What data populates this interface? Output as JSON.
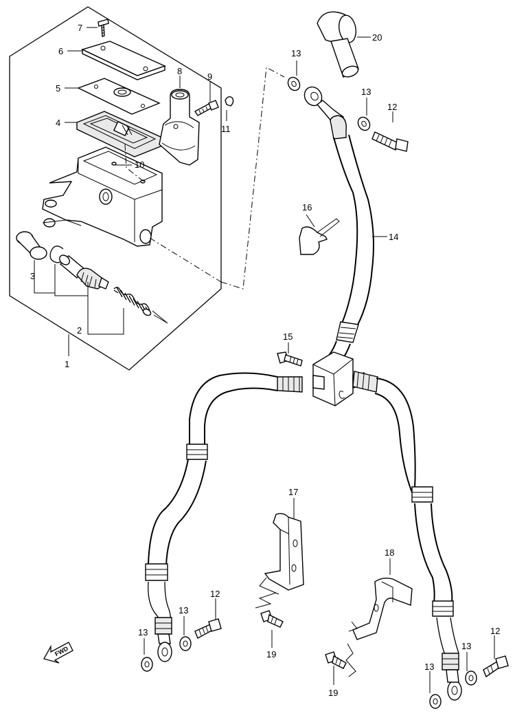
{
  "diagram": {
    "fwd_label": "FWD",
    "callouts": [
      {
        "id": "c1",
        "text": "1"
      },
      {
        "id": "c2",
        "text": "2"
      },
      {
        "id": "c3",
        "text": "3"
      },
      {
        "id": "c4",
        "text": "4"
      },
      {
        "id": "c5",
        "text": "5"
      },
      {
        "id": "c6",
        "text": "6"
      },
      {
        "id": "c7",
        "text": "7"
      },
      {
        "id": "c8",
        "text": "8"
      },
      {
        "id": "c9",
        "text": "9"
      },
      {
        "id": "c10",
        "text": "10"
      },
      {
        "id": "c11",
        "text": "11"
      },
      {
        "id": "c12a",
        "text": "12"
      },
      {
        "id": "c12b",
        "text": "12"
      },
      {
        "id": "c12c",
        "text": "12"
      },
      {
        "id": "c13a",
        "text": "13"
      },
      {
        "id": "c13b",
        "text": "13"
      },
      {
        "id": "c13c",
        "text": "13"
      },
      {
        "id": "c13d",
        "text": "13"
      },
      {
        "id": "c13e",
        "text": "13"
      },
      {
        "id": "c13f",
        "text": "13"
      },
      {
        "id": "c14",
        "text": "14"
      },
      {
        "id": "c15",
        "text": "15"
      },
      {
        "id": "c16",
        "text": "16"
      },
      {
        "id": "c17",
        "text": "17"
      },
      {
        "id": "c18",
        "text": "18"
      },
      {
        "id": "c19a",
        "text": "19"
      },
      {
        "id": "c19b",
        "text": "19"
      },
      {
        "id": "c20",
        "text": "20"
      }
    ]
  }
}
